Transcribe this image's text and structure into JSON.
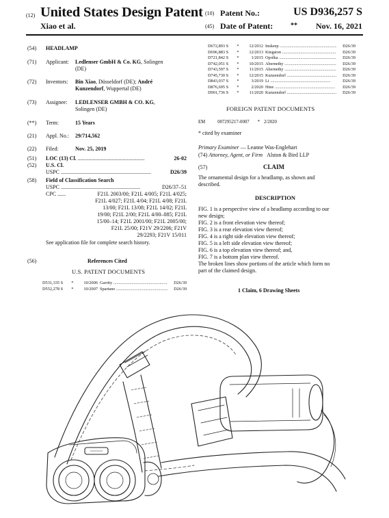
{
  "header": {
    "type_code": "(12)",
    "title": "United States Design Patent",
    "inventors_short": "Xiao et al.",
    "patent_no_code": "(10)",
    "patent_no_label": "Patent No.:",
    "patent_no": "US D936,257 S",
    "date_code": "(45)",
    "date_label": "Date of Patent:",
    "date_marks": "**",
    "date": "Nov. 16, 2021"
  },
  "left": {
    "title": {
      "code": "(54)",
      "value": "HEADLAMP"
    },
    "applicant": {
      "code": "(71)",
      "label": "Applicant:",
      "value_bold": "Ledlenser GmbH & Co. KG",
      "value_rest": ", Solingen",
      "value_line2": "(DE)"
    },
    "inventors": {
      "code": "(72)",
      "label": "Inventors:",
      "line1_bold": "Bin Xiao",
      "line1_rest": ", Düsseldorf (DE); ",
      "line1_bold2": "André",
      "line2_bold": "Kunzendorf",
      "line2_rest": ", Wuppertal (DE)"
    },
    "assignee": {
      "code": "(73)",
      "label": "Assignee:",
      "value_bold": "LEDLENSER GMBH & CO. KG",
      "value_rest": ",",
      "value_line2": "Solingen (DE)"
    },
    "term": {
      "code": "(**)",
      "label": "Term:",
      "value": "15 Years"
    },
    "appl_no": {
      "code": "(21)",
      "label": "Appl. No.:",
      "value": "29/714,562"
    },
    "filed": {
      "code": "(22)",
      "label": "Filed:",
      "value": "Nov. 25, 2019"
    },
    "loc": {
      "code": "(51)",
      "label": "LOC (13) Cl.",
      "dots": " .................................................",
      "value": "26-02"
    },
    "us_cl": {
      "code": "(52)",
      "label": "U.S. Cl.",
      "sub": "USPC",
      "dots": " ..................................................................",
      "value": "D26/39"
    },
    "field_search": {
      "code": "(58)",
      "label": "Field of Classification Search",
      "uspc_label": "USPC",
      "uspc_dots": " ..........................................................",
      "uspc_value": "D26/37–51",
      "cpc_label": "CPC ......",
      "cpc_lines": [
        "F21L 2003/00; F21L 4/005; F21L 4/025;",
        "F21L 4/027; F21L 4/04; F21L 4/08; F21L",
        "13/00; F21L 13/08; F21L 14/02; F21L",
        "19/00; F21L 2/00; F21L 4/00–085; F21L",
        "15/00–14; F21L 2001/00; F21L 2005/00;",
        "F21L 25/00; F21V 29/2206; F21V",
        "29/2293; F21V 15/011"
      ],
      "see_also": "See application file for complete search history."
    },
    "refs_cited": {
      "code": "(56)",
      "label": "References Cited"
    },
    "us_docs_heading": "U.S. PATENT DOCUMENTS",
    "us_docs": [
      {
        "num": "D531,335 S",
        "star": "*",
        "date": "10/2006",
        "name": "Garrity",
        "cls": "D26/39"
      },
      {
        "num": "D552,278 S",
        "star": "*",
        "date": "10/2007",
        "name": "Spartano",
        "cls": "D26/39"
      }
    ]
  },
  "right": {
    "refs": [
      {
        "num": "D672,893 S",
        "star": "*",
        "date": "12/2012",
        "name": "Inskeep",
        "cls": "D26/39"
      },
      {
        "num": "D696,883 S",
        "star": "*",
        "date": "12/2013",
        "name": "Kingston",
        "cls": "D26/39"
      },
      {
        "num": "D721,842 S",
        "star": "*",
        "date": "1/2015",
        "name": "Opolka",
        "cls": "D26/39"
      },
      {
        "num": "D742,051 S",
        "star": "*",
        "date": "10/2015",
        "name": "Abernethy",
        "cls": "D26/39"
      },
      {
        "num": "D743,597 S",
        "star": "*",
        "date": "11/2015",
        "name": "Abernethy",
        "cls": "D26/39"
      },
      {
        "num": "D745,730 S",
        "star": "*",
        "date": "12/2015",
        "name": "Kunzendorf",
        "cls": "D26/39"
      },
      {
        "num": "D843,037 S",
        "star": "*",
        "date": "3/2019",
        "name": "Li",
        "cls": "D26/39"
      },
      {
        "num": "D876,695 S",
        "star": "*",
        "date": "2/2020",
        "name": "Hine",
        "cls": "D26/39"
      },
      {
        "num": "D901,736 S",
        "star": "*",
        "date": "11/2020",
        "name": "Kunzendorf",
        "cls": "D26/39"
      }
    ],
    "foreign_heading": "FOREIGN PATENT DOCUMENTS",
    "foreign": {
      "country": "EM",
      "num": "007295217-0007",
      "star": "*",
      "date": "2/2020"
    },
    "cited_note": "* cited by examiner",
    "examiner_label": "Primary Examiner",
    "examiner": " — Leanne Was-Englehart",
    "attorney_code": "(74)",
    "attorney_label": "Attorney, Agent, or Firm",
    "attorney": "Alston & Bird LLP",
    "claim_code": "(57)",
    "claim_heading": "CLAIM",
    "claim_text": [
      "The ornamental design for a headlamp, as shown and",
      "described."
    ],
    "description_heading": "DESCRIPTION",
    "figures": [
      {
        "fig": "FIG. 1",
        "text": " is a perspective view of a headlamp according to our"
      },
      {
        "fig": "",
        "text": "new design;"
      },
      {
        "fig": "FIG. 2",
        "text": " is a front elevation view thereof;"
      },
      {
        "fig": "FIG. 3",
        "text": " is a rear elevation view thereof;"
      },
      {
        "fig": "FIG. 4",
        "text": " is a right side elevation view thereof;"
      },
      {
        "fig": "FIG. 5",
        "text": " is a left side elevation view thereof;"
      },
      {
        "fig": "FIG. 6",
        "text": " is a top elevation view thereof; and,"
      },
      {
        "fig": "FIG. 7",
        "text": " is a bottom plan view thereof."
      }
    ],
    "broken_lines": [
      "The broken lines show portions of the article which form no",
      "part of the claimed design."
    ],
    "claims_summary": "1 Claim, 6 Drawing Sheets"
  },
  "colors": {
    "ink": "#111111",
    "paper": "#ffffff"
  }
}
